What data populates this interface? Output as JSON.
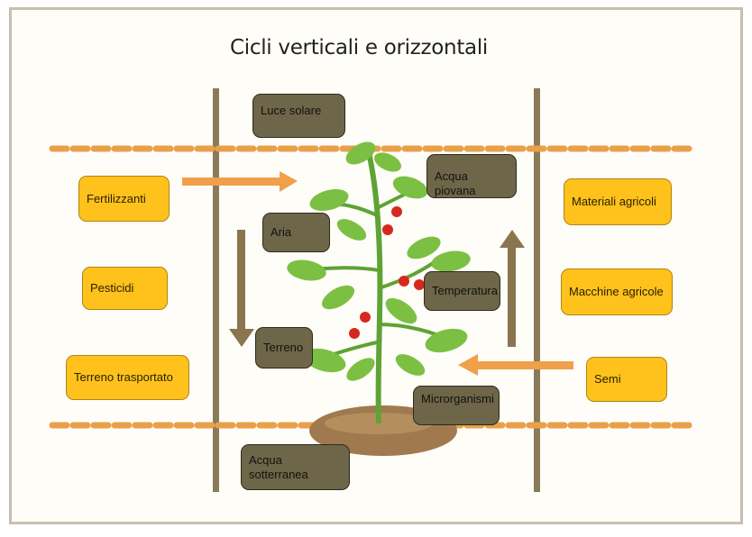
{
  "title": "Cicli verticali e orizzontali",
  "left_inputs": [
    "Fertilizzanti",
    "Pesticidi",
    "Terreno trasportato"
  ],
  "right_inputs": [
    "Materiali agricoli",
    "Macchine agricole",
    "Semi"
  ],
  "vertical_factors": {
    "luce": "Luce solare",
    "acqua_piovana": "Acqua piovana",
    "aria": "Aria",
    "temperatura": "Temperatura",
    "terreno": "Terreno",
    "microrganismi": "Microrganismi",
    "acqua_sotterranea": "Acqua sotterranea"
  },
  "colors": {
    "input_box": "#ffc21c",
    "factor_box": "#6e6648",
    "dashed_line": "#e8a14a",
    "arrow_orange": "#f0a04a",
    "arrow_brown": "#8a7550",
    "post": "#8a7a5a",
    "leaf": "#7cc043",
    "tomato": "#d7281f"
  }
}
